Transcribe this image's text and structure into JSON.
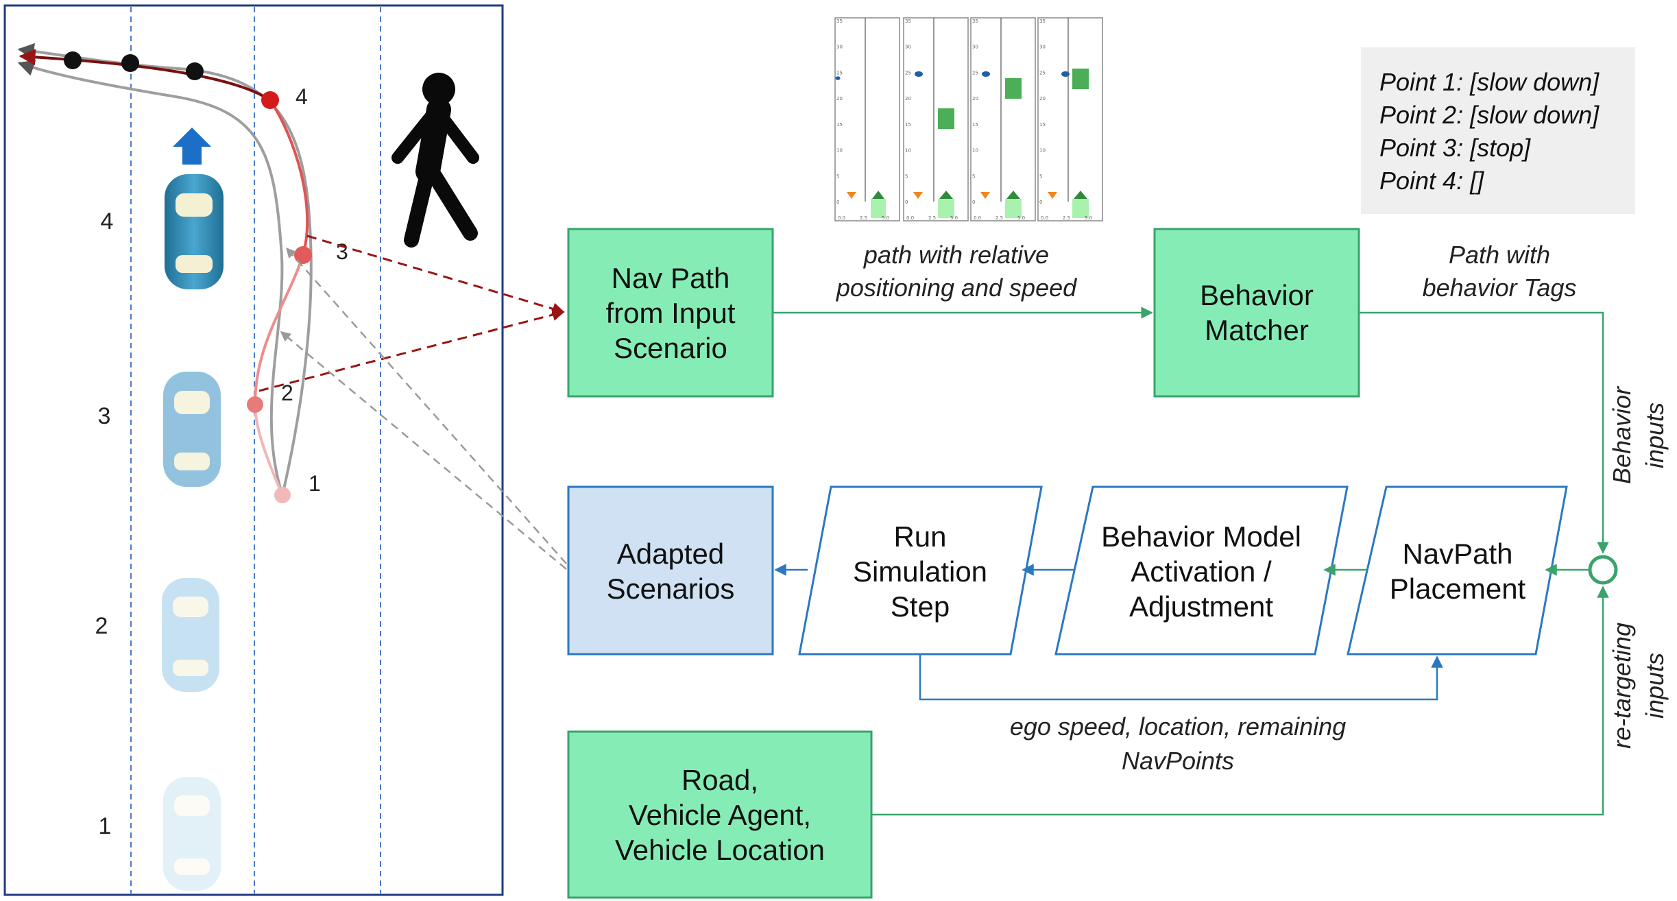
{
  "road_panel": {
    "lane_numbers": [
      "4",
      "3",
      "2",
      "1"
    ],
    "path_point_numbers": [
      "1",
      "2",
      "3",
      "4"
    ]
  },
  "boxes": {
    "nav_path": [
      "Nav Path",
      "from Input",
      "Scenario"
    ],
    "behavior_matcher": [
      "Behavior",
      "Matcher"
    ],
    "adapted_scenarios": [
      "Adapted",
      "Scenarios"
    ],
    "run_simulation": [
      "Run",
      "Simulation",
      "Step"
    ],
    "behavior_model": [
      "Behavior Model",
      "Activation /",
      "Adjustment"
    ],
    "navpath_placement": [
      "NavPath",
      "Placement"
    ],
    "road_vehicle": [
      "Road,",
      "Vehicle Agent,",
      "Vehicle Location"
    ]
  },
  "edge_labels": {
    "relative_path": [
      "path with relative",
      "positioning and speed"
    ],
    "behavior_tags": [
      "Path with",
      "behavior Tags"
    ],
    "behavior_inputs": [
      "Behavior",
      "inputs"
    ],
    "retargeting_inputs": [
      "re-targeting",
      "inputs"
    ],
    "ego_feedback": [
      "ego speed, location, remaining",
      "NavPoints"
    ]
  },
  "behavior_tags_note": [
    "Point 1: [slow down]",
    "Point 2: [slow down]",
    "Point 3: [stop]",
    "Point 4: []"
  ],
  "mini_plots": {
    "y_ticks": [
      "35",
      "30",
      "25",
      "20",
      "15",
      "10",
      "5",
      "0"
    ],
    "x_ticks": [
      "0.0",
      "2.5",
      "5.0"
    ]
  },
  "colors": {
    "process_green": "#86ecb6",
    "process_green_border": "#3aa36b",
    "adapted_blue": "#cfe1f3",
    "flow_blue": "#2b78c2",
    "flow_green": "#3aa36b",
    "path_red": "#9b1414",
    "road_border": "#1f3a82"
  }
}
